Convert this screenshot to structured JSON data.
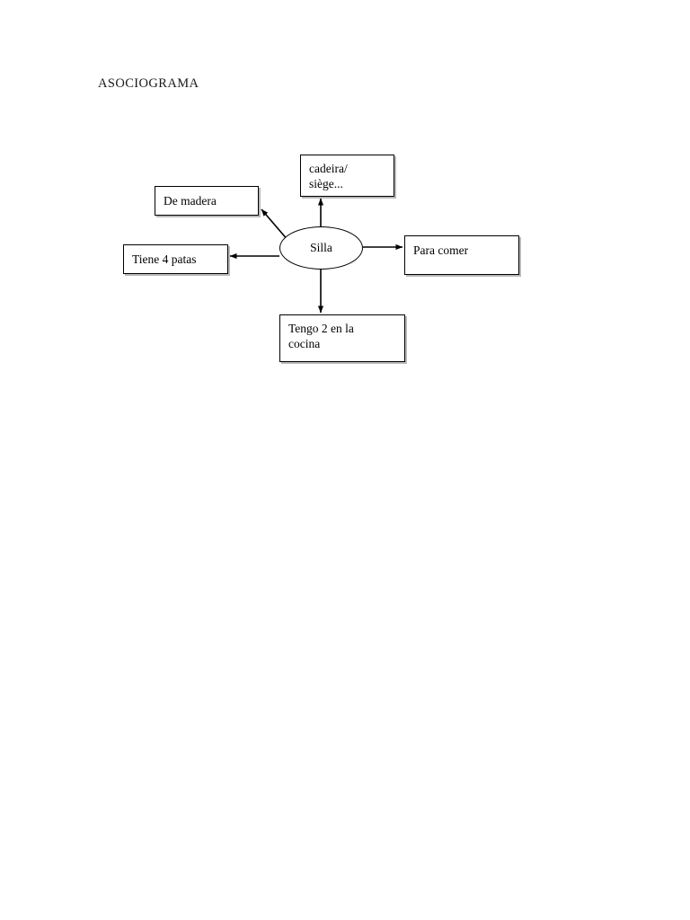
{
  "document": {
    "title": "ASOCIOGRAMA"
  },
  "diagram": {
    "type": "concept-map",
    "center": {
      "id": "silla",
      "label": "Silla",
      "shape": "ellipse"
    },
    "nodes": [
      {
        "id": "cadeira",
        "shape": "rectangle",
        "lines": [
          "cadeira/",
          "siège..."
        ],
        "position": "top",
        "arrow_from_center": true
      },
      {
        "id": "madera",
        "shape": "rectangle",
        "lines": [
          "De madera"
        ],
        "position": "upper-left",
        "arrow_from_center": true
      },
      {
        "id": "patas",
        "shape": "rectangle",
        "lines": [
          "Tiene 4 patas"
        ],
        "position": "left",
        "arrow_from_center": true
      },
      {
        "id": "comer",
        "shape": "rectangle",
        "lines": [
          "Para comer"
        ],
        "position": "right",
        "arrow_from_center": true
      },
      {
        "id": "cocina",
        "shape": "rectangle",
        "lines": [
          "Tengo 2 en la",
          "cocina"
        ],
        "position": "bottom",
        "arrow_from_center": true
      }
    ],
    "colors": {
      "stroke": "#000000",
      "fill": "#ffffff",
      "shadow": "#b9b9b9",
      "text": "#000000"
    }
  }
}
